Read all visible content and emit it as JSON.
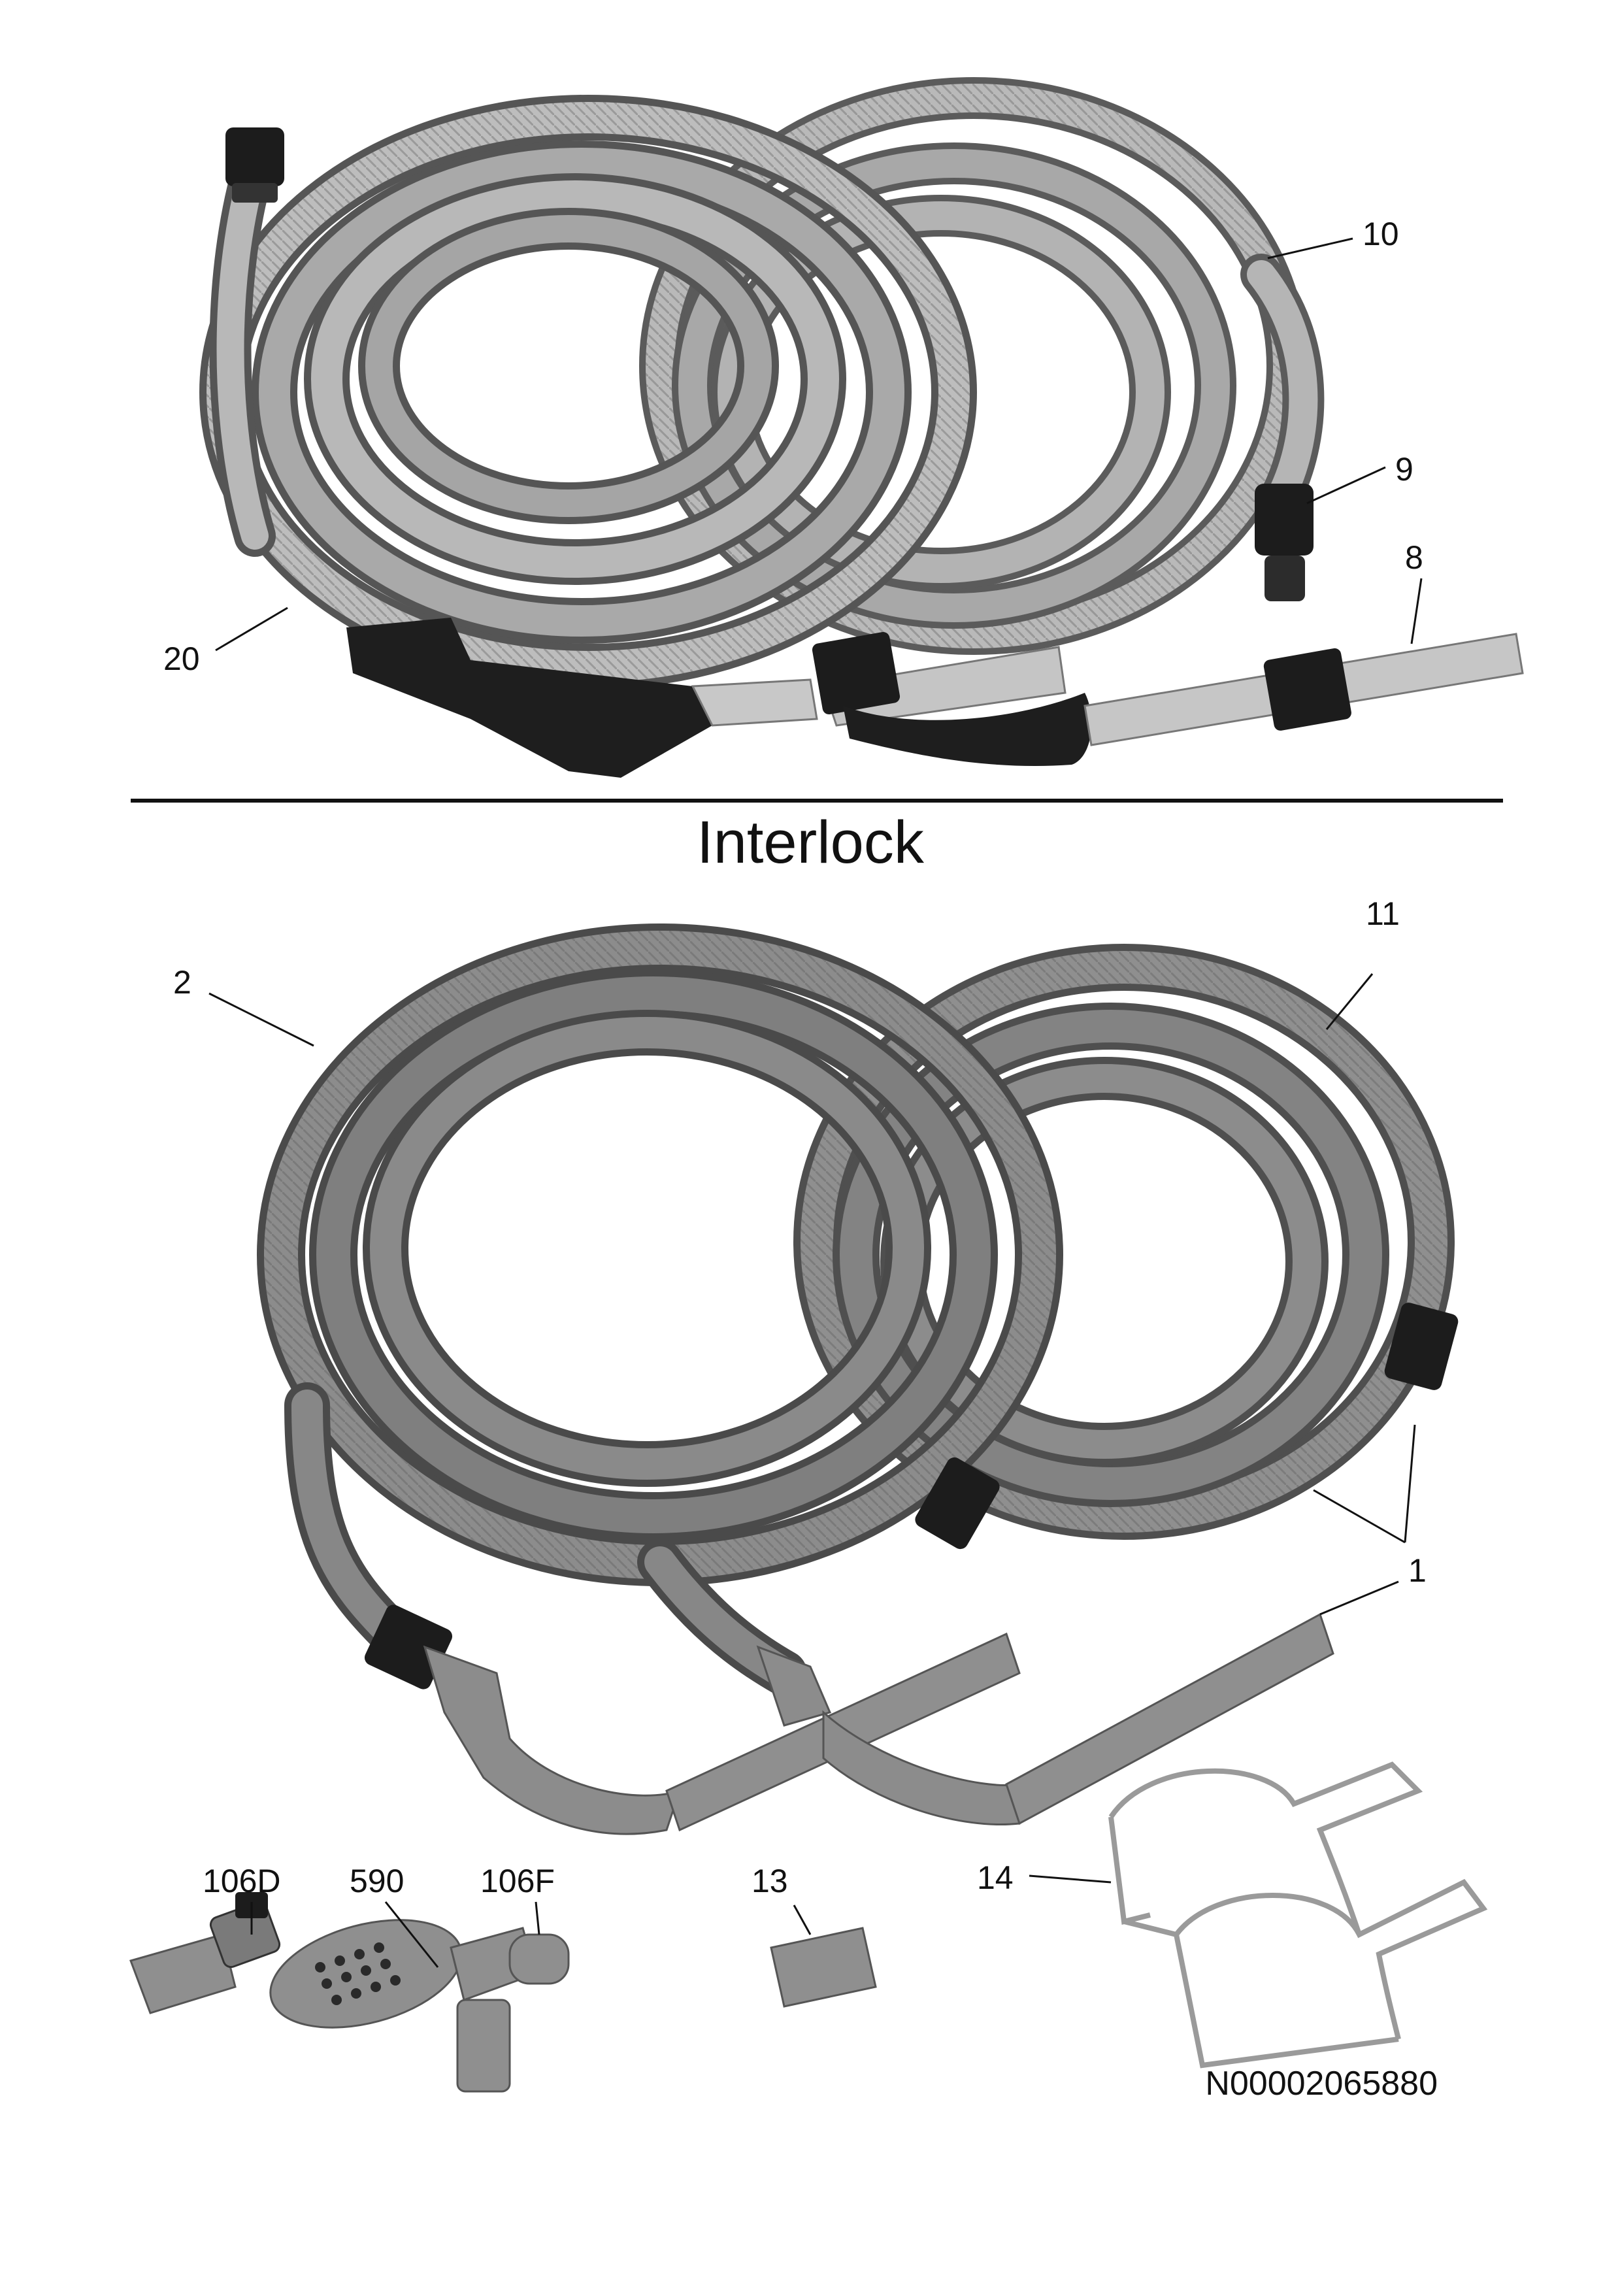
{
  "section_title": "Interlock",
  "document_number": "N00002065880",
  "callouts": {
    "c10": "10",
    "c9": "9",
    "c8": "8",
    "c20": "20",
    "c2": "2",
    "c11": "11",
    "c1a": "1",
    "c106d": "106D",
    "c590": "590",
    "c106f": "106F",
    "c13": "13",
    "c14": "14"
  },
  "colors": {
    "hose": "#8a8a8a",
    "hose_light": "#bdbdbd",
    "hose_dark": "#555555",
    "plastic": "#1c1c1c",
    "wand_metal": "#c6c6c6",
    "grey_part": "#8f8f8f",
    "line": "#111111"
  }
}
